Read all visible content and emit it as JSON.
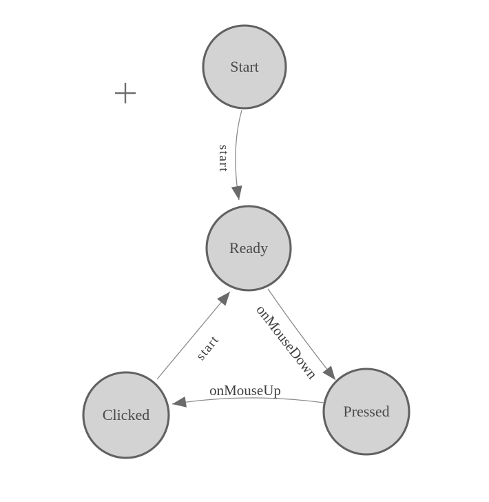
{
  "colors": {
    "background": "#ffffff",
    "node_fill": "#d3d3d3",
    "node_stroke": "#616161",
    "edge_line": "#8a8a8a",
    "arrow_fill": "#6a6a6a",
    "node_text": "#4a4a4a",
    "edge_text": "#3f3f3f",
    "cursor": "#6e6e6e"
  },
  "diagram": {
    "type": "state-machine",
    "nodes": [
      {
        "id": "start",
        "label": "Start"
      },
      {
        "id": "ready",
        "label": "Ready"
      },
      {
        "id": "clicked",
        "label": "Clicked"
      },
      {
        "id": "pressed",
        "label": "Pressed"
      }
    ],
    "edges": [
      {
        "from": "start",
        "to": "ready",
        "label": "start"
      },
      {
        "from": "clicked",
        "to": "ready",
        "label": "start"
      },
      {
        "from": "ready",
        "to": "pressed",
        "label": "onMouseDown"
      },
      {
        "from": "pressed",
        "to": "clicked",
        "label": "onMouseUp"
      }
    ],
    "cursor_icon": "crosshair-plus"
  }
}
